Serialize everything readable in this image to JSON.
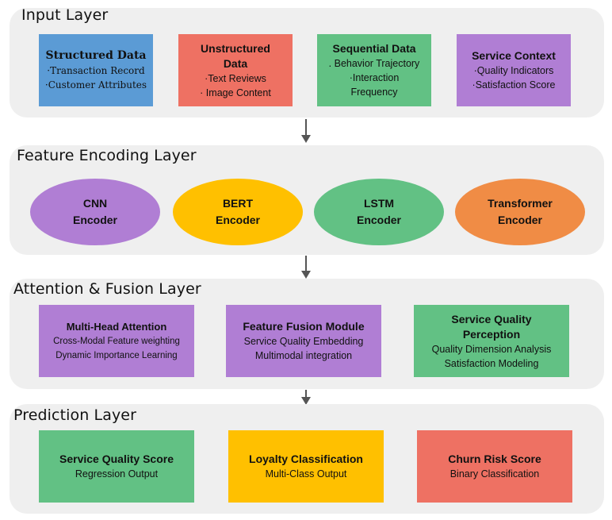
{
  "colors": {
    "blue": "#5b9bd5",
    "red": "#ee7163",
    "green": "#62c184",
    "purple": "#b07ed4",
    "yellow": "#ffc000",
    "orange": "#f08c45",
    "layer_bg": "#efefef"
  },
  "input_layer": {
    "title": "Input Layer",
    "boxes": [
      {
        "title": "Structured Data",
        "lines": [
          "·Transaction Record",
          "·Customer Attributes"
        ]
      },
      {
        "title": "Unstructured Data",
        "lines": [
          "·Text Reviews",
          "· Image Content"
        ]
      },
      {
        "title": "Sequential Data",
        "lines": [
          ". Behavior Trajectory",
          "·Interaction",
          "Frequency"
        ]
      },
      {
        "title": "Service Context",
        "lines": [
          "·Quality Indicators",
          "·Satisfaction Score"
        ]
      }
    ]
  },
  "encoding_layer": {
    "title": "Feature Encoding Layer",
    "encoders": [
      {
        "line1": "CNN",
        "line2": "Encoder"
      },
      {
        "line1": "BERT",
        "line2": "Encoder"
      },
      {
        "line1": "LSTM",
        "line2": "Encoder"
      },
      {
        "line1": "Transformer",
        "line2": "Encoder"
      }
    ]
  },
  "fusion_layer": {
    "title": "Attention & Fusion Layer",
    "boxes": [
      {
        "title": "Multi-Head Attention",
        "lines": [
          "Cross-Modal Feature weighting",
          "Dynamic Importance Learning"
        ]
      },
      {
        "title": "Feature Fusion Module",
        "lines": [
          "Service Quality Embedding",
          "Multimodal integration"
        ]
      },
      {
        "title_line1": "Service Quality",
        "title_line2": "Perception",
        "lines": [
          "Quality Dimension Analysis",
          "Satisfaction Modeling"
        ]
      }
    ]
  },
  "prediction_layer": {
    "title": "Prediction Layer",
    "boxes": [
      {
        "title": "Service Quality Score",
        "lines": [
          "Regression Output"
        ]
      },
      {
        "title": "Loyalty Classification",
        "lines": [
          "Multi-Class Output"
        ]
      },
      {
        "title": "Churn Risk Score",
        "lines": [
          "Binary Classification"
        ]
      }
    ]
  }
}
